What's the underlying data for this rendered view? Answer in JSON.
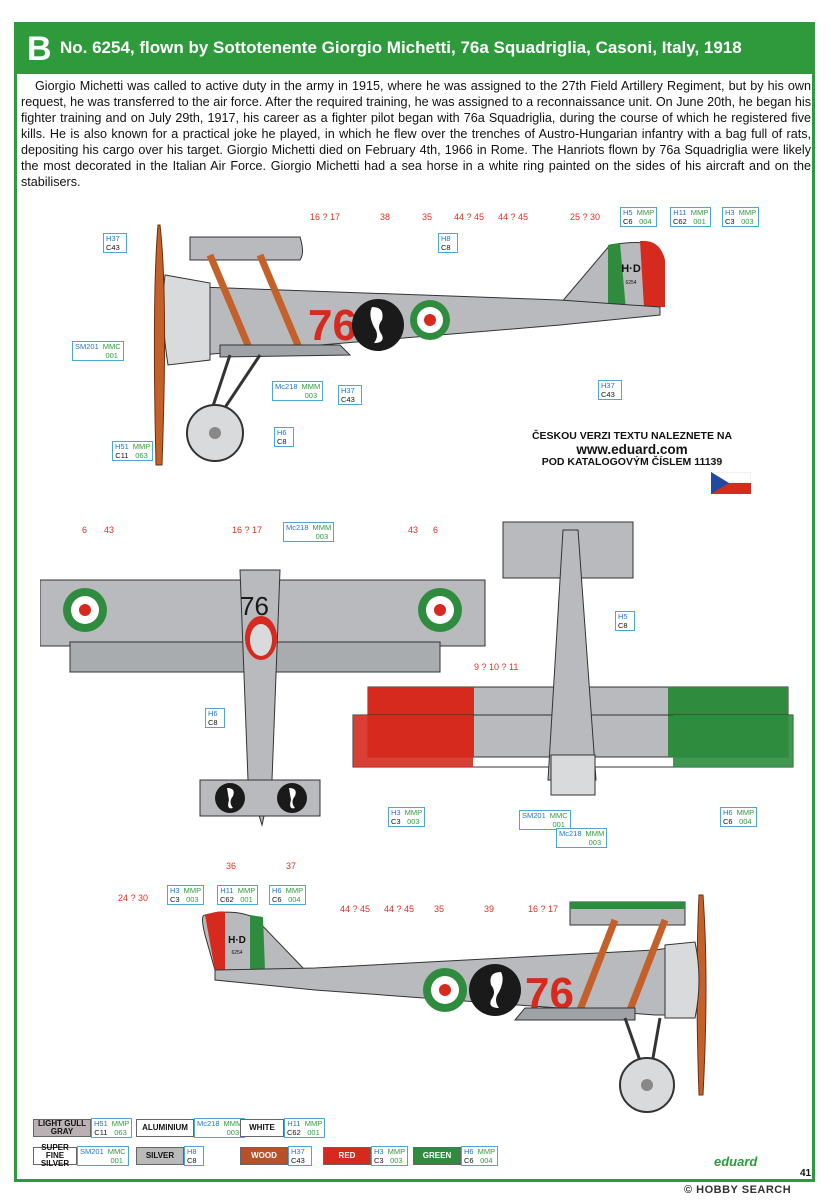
{
  "header": {
    "letter": "B",
    "title": "No. 6254, flown by Sottotenente Giorgio Michetti, 76a Squadriglia, Casoni, Italy, 1918"
  },
  "intro": "Giorgio Michetti was called to active duty in the army in 1915, where he was assigned to the 27th Field Artillery Regiment, but by his own request, he was transferred to the air force. After the required training, he was assigned to a reconnaissance unit. On June 20th, he began his fighter training and on July 29th, 1917, his career as a fighter pilot began with 76a Squadriglia, during the course of which he registered five kills. He is also known for a practical joke he played, in which he flew over the trenches of Austro-Hungarian infantry with a bag full of rats, depositing his cargo over his target. Giorgio Michetti died on February 4th, 1966 in Rome. The Hanriots flown by 76a Squadriglia were likely the most decorated in the Italian Air Force. Giorgio Michetti had a sea horse in a white ring painted on the sides of his aircraft and on the stabilisers.",
  "czech": {
    "line1": "ČESKOU VERZI TEXTU NALEZNETE NA",
    "url": "www.eduard.com",
    "line3": "POD KATALOGOVÝM ČÍSLEM 11139"
  },
  "aircraft": {
    "fuselage_code": "76",
    "rudder_code": "H·D",
    "serial": "6254"
  },
  "callouts": {
    "n16_17": "16 ? 17",
    "n38": "38",
    "n35": "35",
    "n44_45": "44 ? 45",
    "n25_30": "25 ? 30",
    "n24_30": "24 ? 30",
    "n6": "6",
    "n43": "43",
    "n9_11": "9 ? 10 ? 11",
    "n36": "36",
    "n37": "37",
    "n39": "39"
  },
  "codes": {
    "h37c43": {
      "a": "H37",
      "b": "",
      "c": "C43",
      "d": ""
    },
    "h8c8": {
      "a": "H8",
      "b": "",
      "c": "C8",
      "d": ""
    },
    "h5c6": {
      "a": "H5",
      "b": "MMP",
      "c": "C6",
      "d": "004"
    },
    "h11c62": {
      "a": "H11",
      "b": "MMP",
      "c": "C62",
      "d": "001"
    },
    "h3c3": {
      "a": "H3",
      "b": "MMP",
      "c": "C3",
      "d": "003"
    },
    "sm201": {
      "a": "SM201",
      "b": "MMC",
      "c": "",
      "d": "001"
    },
    "mc218": {
      "a": "Mc218",
      "b": "MMM",
      "c": "",
      "d": "003"
    },
    "h51c11": {
      "a": "H51",
      "b": "MMP",
      "c": "C11",
      "d": "063"
    },
    "h6c8": {
      "a": "H6",
      "b": "",
      "c": "C8",
      "d": ""
    },
    "h6c6": {
      "a": "H6",
      "b": "MMP",
      "c": "C6",
      "d": "004"
    }
  },
  "legend": [
    {
      "label": "LIGHT GULL GRAY",
      "color": "#b9b1b4",
      "text_color": "#111111",
      "a": "H51",
      "b": "MMP",
      "c": "C11",
      "d": "063"
    },
    {
      "label": "ALUMINIUM",
      "color": "#ffffff",
      "text_color": "#111111",
      "a": "Mc218",
      "b": "MMM",
      "c": "",
      "d": "003"
    },
    {
      "label": "WHITE",
      "color": "#ffffff",
      "text_color": "#111111",
      "a": "H11",
      "b": "MMP",
      "c": "C62",
      "d": "001"
    },
    {
      "label": "SUPER FINE SILVER",
      "color": "#ffffff",
      "text_color": "#111111",
      "a": "SM201",
      "b": "MMC",
      "c": "",
      "d": "001"
    },
    {
      "label": "SILVER",
      "color": "#b9b9b9",
      "text_color": "#111111",
      "a": "H8",
      "b": "",
      "c": "C8",
      "d": ""
    },
    {
      "label": "WOOD",
      "color": "#b8502a",
      "text_color": "#ffffff",
      "a": "H37",
      "b": "",
      "c": "C43",
      "d": ""
    },
    {
      "label": "RED",
      "color": "#d62a1f",
      "text_color": "#ffffff",
      "a": "H3",
      "b": "MMP",
      "c": "C3",
      "d": "003"
    },
    {
      "label": "GREEN",
      "color": "#2f8c3f",
      "text_color": "#ffffff",
      "a": "H6",
      "b": "MMP",
      "c": "C6",
      "d": "004"
    }
  ],
  "footer": {
    "brand": "eduard",
    "page": "41",
    "watermark": "© HOBBY SEARCH"
  },
  "colors": {
    "green": "#2e9a3c",
    "red": "#d62a1f",
    "silver": "#b8babd",
    "wood": "#c4612a",
    "black": "#1a1a1a"
  }
}
